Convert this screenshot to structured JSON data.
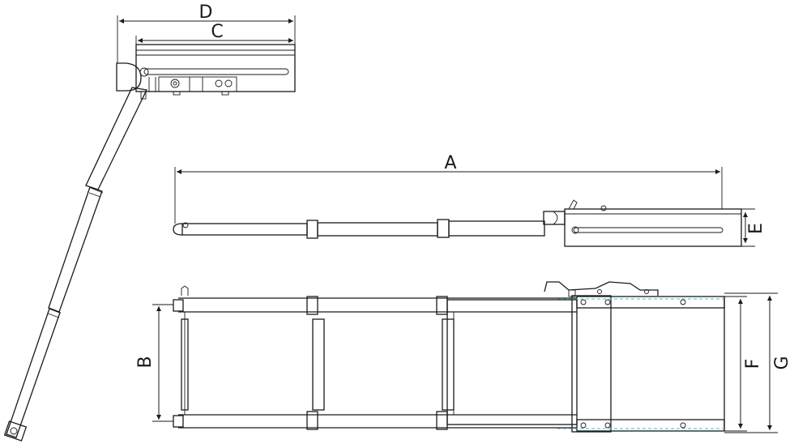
{
  "dimensions": {
    "a": "A",
    "b": "B",
    "c": "C",
    "d": "D",
    "e": "E",
    "f": "F",
    "g": "G"
  },
  "colors": {
    "line": "#1a1a1a",
    "hidden_line": "#4fb8c9",
    "background": "#ffffff"
  }
}
